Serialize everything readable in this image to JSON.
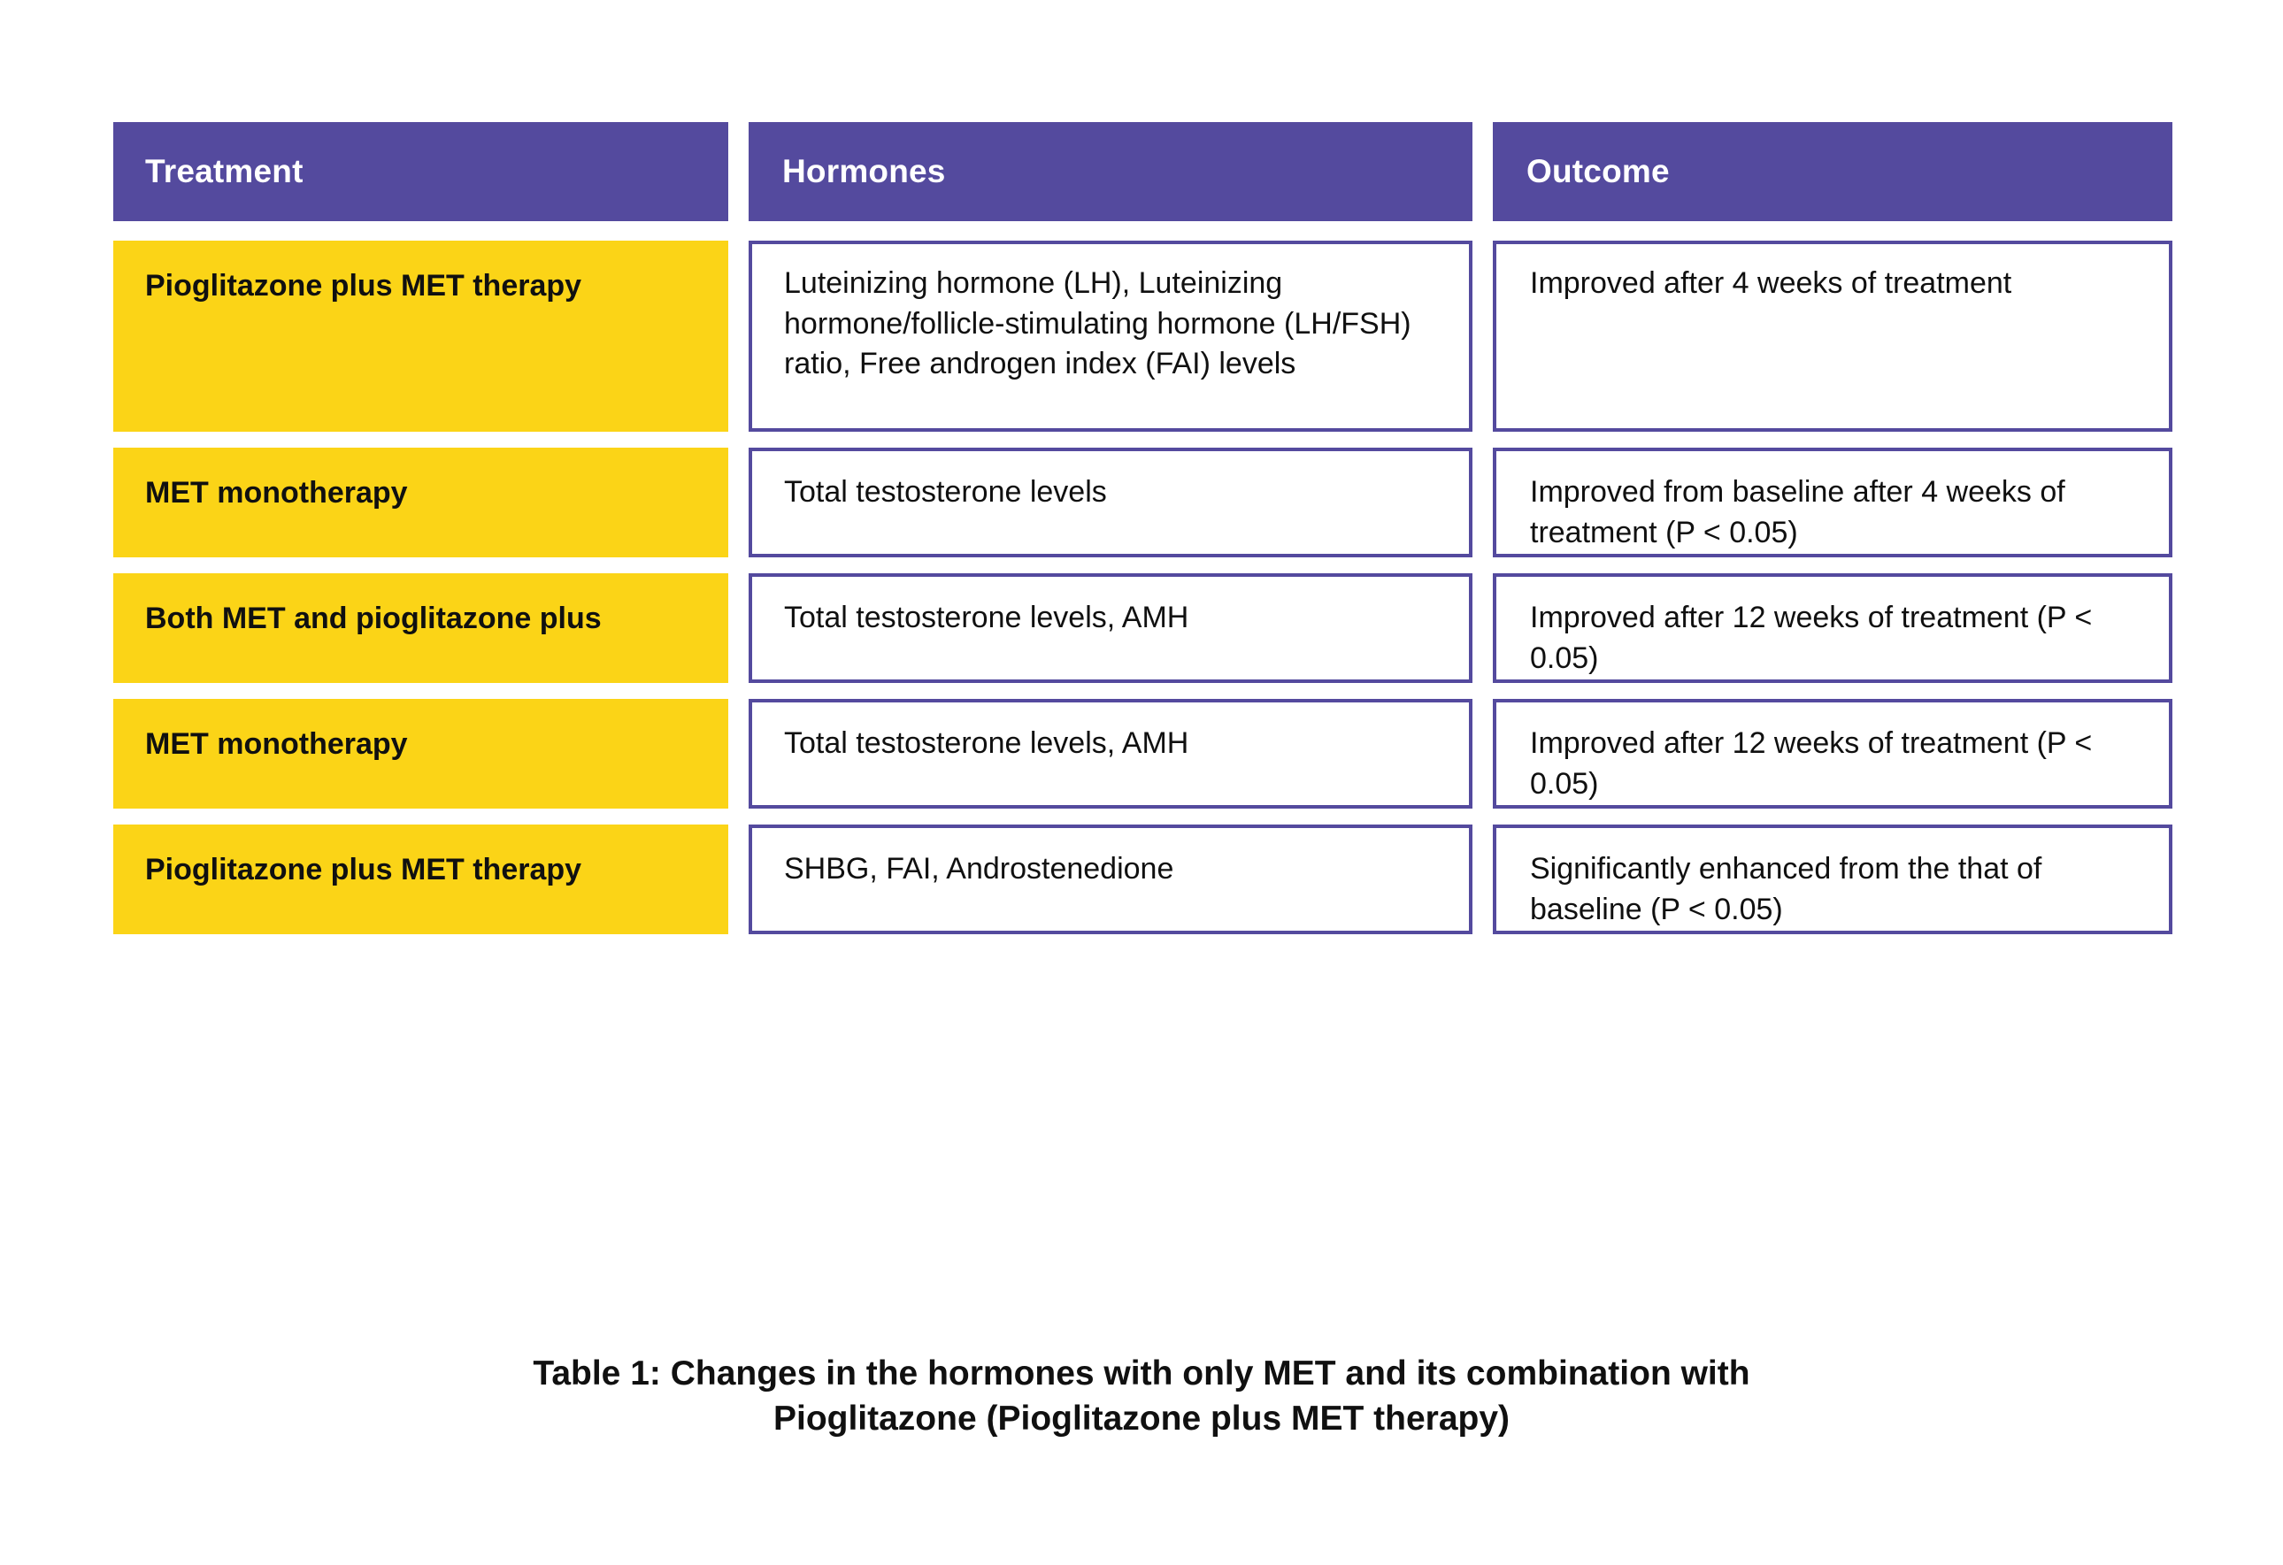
{
  "table": {
    "columns": [
      "Treatment",
      "Hormones",
      "Outcome"
    ],
    "header_bg": "#544A9E",
    "header_text_color": "#FFFFFF",
    "treatment_cell_bg": "#FBD417",
    "cell_border_color": "#544A9E",
    "rows": [
      {
        "treatment": "Pioglitazone plus MET therapy",
        "hormones": "Luteinizing hormone (LH), Luteinizing hormone/follicle-stimulating hormone (LH/FSH) ratio, Free androgen index (FAI) levels",
        "outcome": "Improved after 4 weeks of treatment"
      },
      {
        "treatment": "MET monotherapy",
        "hormones": "Total testosterone levels",
        "outcome": "Improved from baseline after 4 weeks of treatment (P < 0.05)"
      },
      {
        "treatment": "Both MET and pioglitazone plus",
        "hormones": "Total testosterone levels, AMH",
        "outcome": "Improved after 12 weeks of treatment (P < 0.05)"
      },
      {
        "treatment": "MET monotherapy",
        "hormones": "Total testosterone levels, AMH",
        "outcome": "Improved after 12 weeks of treatment (P < 0.05)"
      },
      {
        "treatment": "Pioglitazone plus MET therapy",
        "hormones": "SHBG, FAI, Androstenedione",
        "outcome": "Significantly enhanced from the that of baseline (P < 0.05)"
      }
    ]
  },
  "caption": {
    "line1": "Table 1: Changes in the hormones with only MET and its combination with",
    "line2": "Pioglitazone (Pioglitazone plus MET therapy)"
  }
}
